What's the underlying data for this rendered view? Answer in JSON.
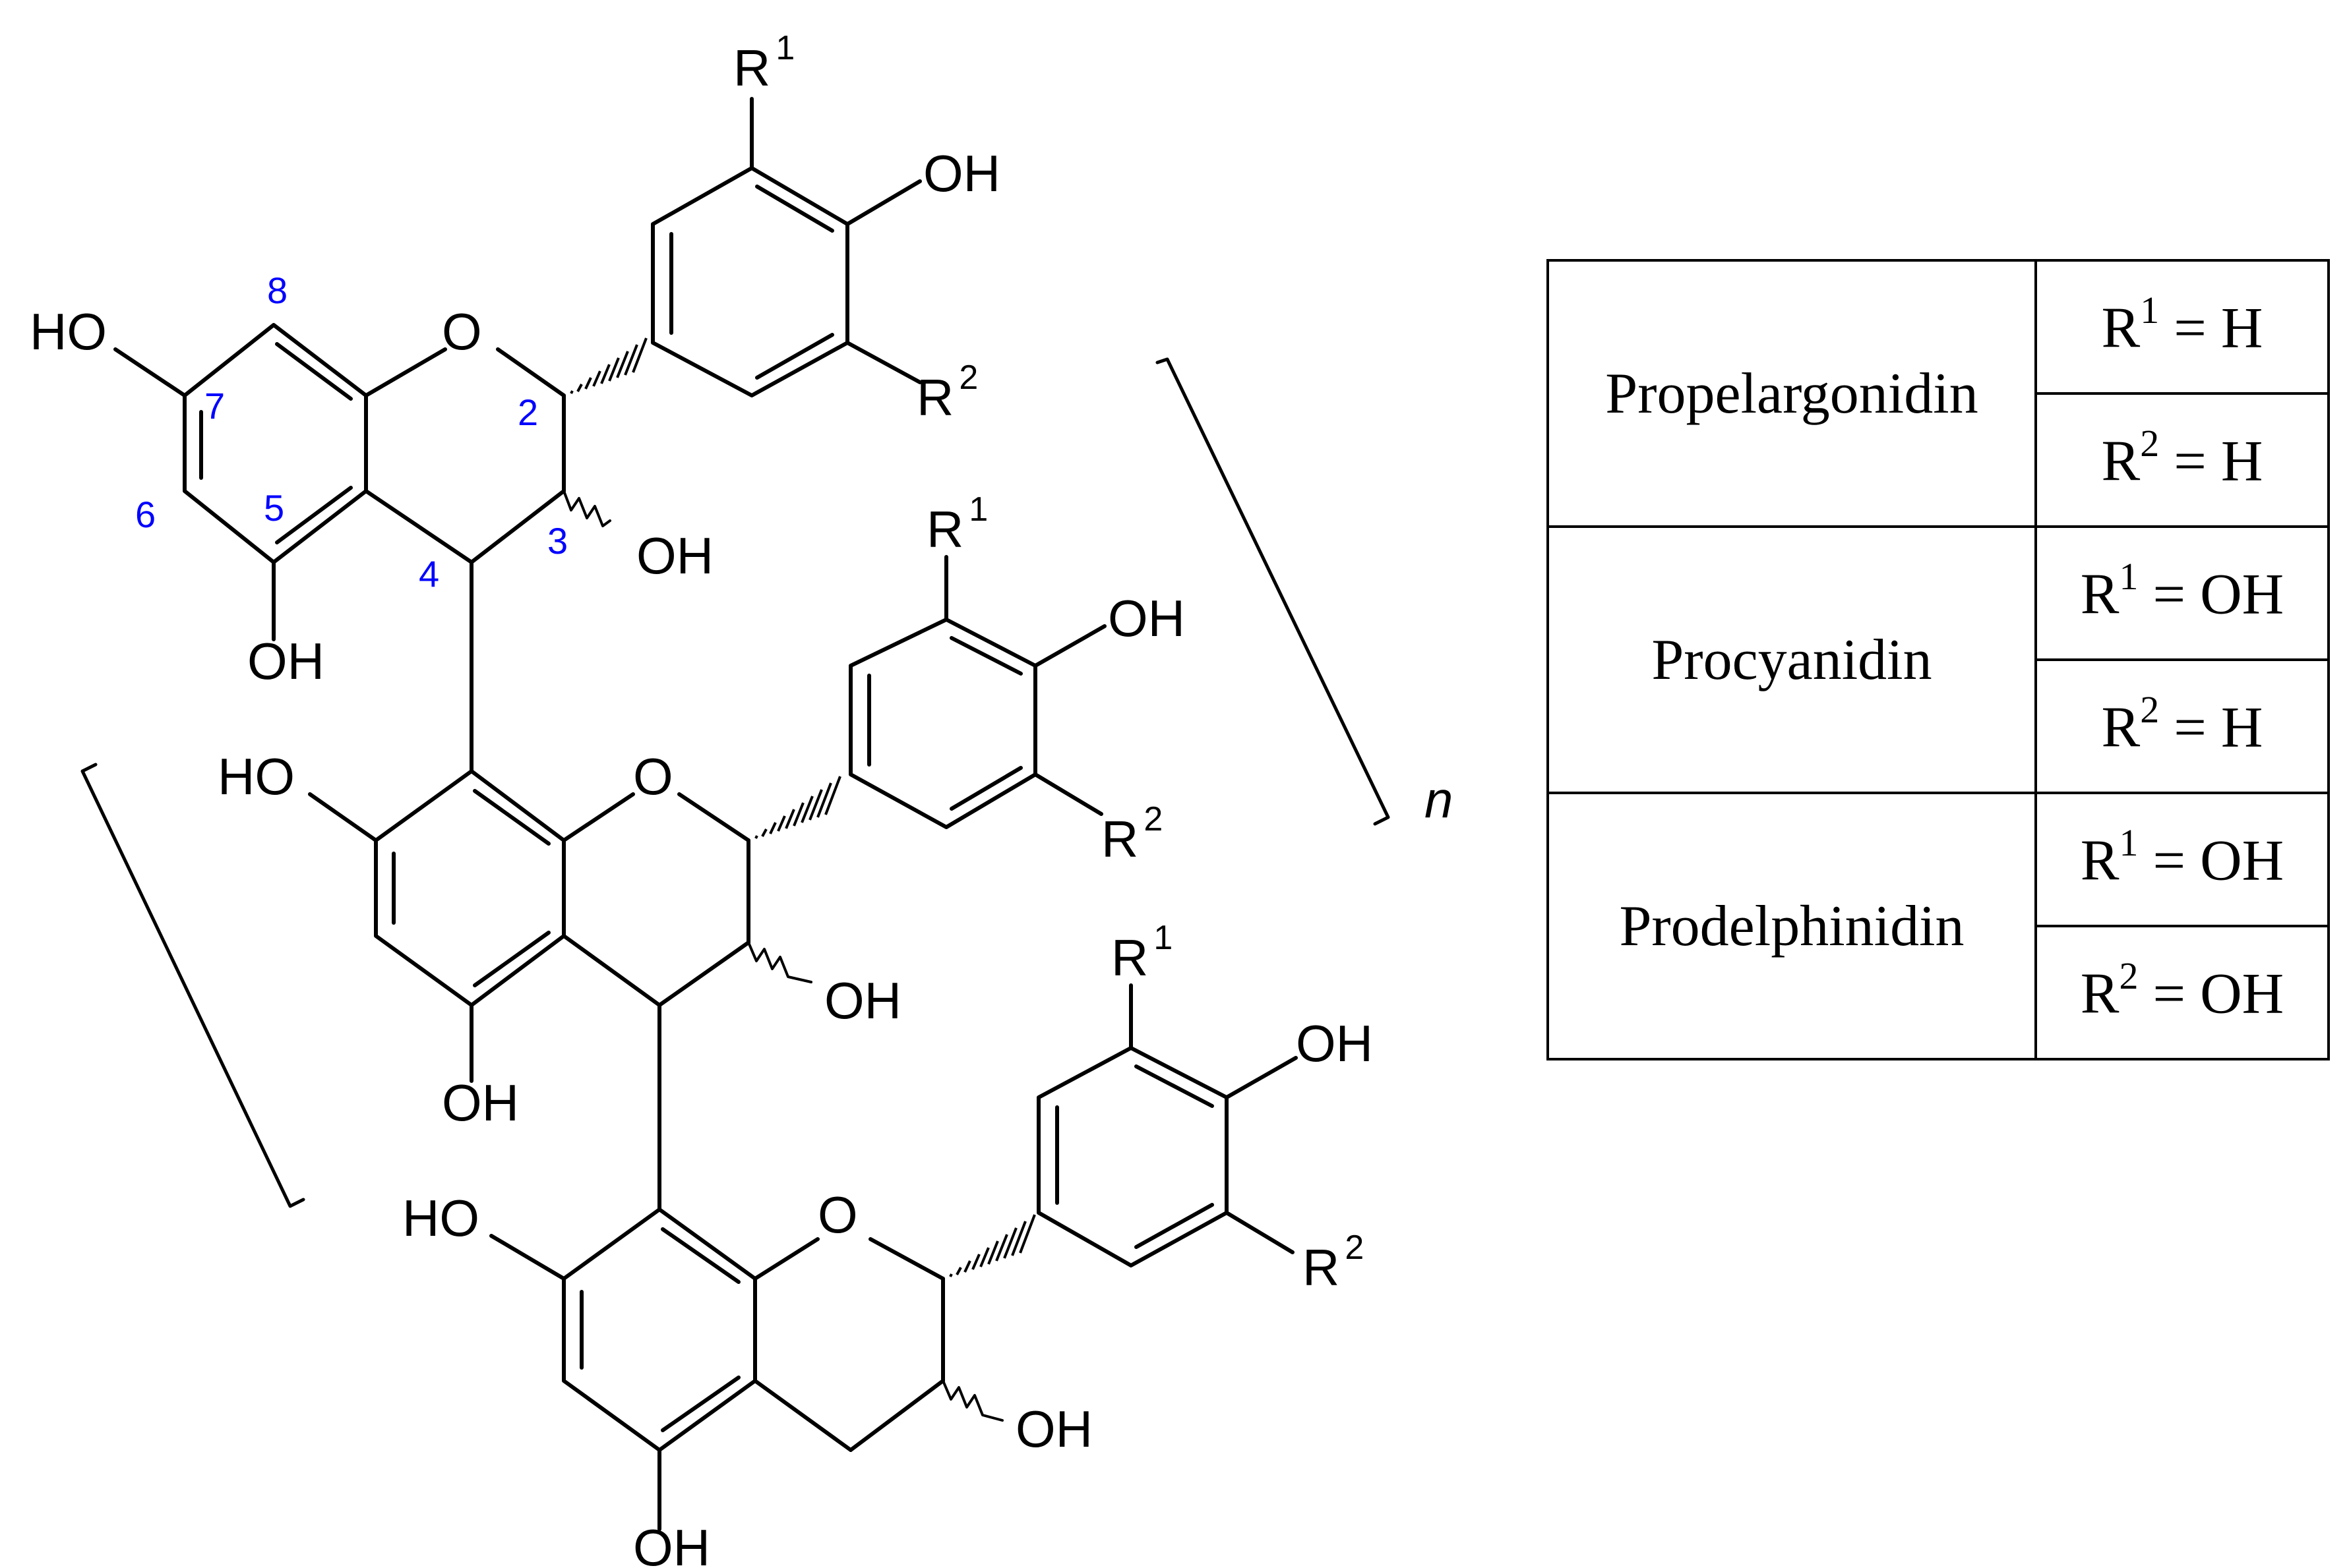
{
  "atoms": {
    "oh": "OH",
    "ho": "HO",
    "o": "O",
    "r": "R",
    "sup1": "1",
    "sup2": "2",
    "n": "n"
  },
  "numbering": {
    "c2": "2",
    "c3": "3",
    "c4": "4",
    "c5": "5",
    "c6": "6",
    "c7": "7",
    "c8": "8"
  },
  "legend": {
    "rows": [
      {
        "name": "Propelargonidin",
        "r1": {
          "r": "R",
          "sup": "1",
          "value": " = H"
        },
        "r2": {
          "r": "R",
          "sup": "2",
          "value": " = H"
        }
      },
      {
        "name": "Procyanidin",
        "r1": {
          "r": "R",
          "sup": "1",
          "value": " = OH"
        },
        "r2": {
          "r": "R",
          "sup": "2",
          "value": " = H"
        }
      },
      {
        "name": "Prodelphinidin",
        "r1": {
          "r": "R",
          "sup": "1",
          "value": " = OH"
        },
        "r2": {
          "r": "R",
          "sup": "2",
          "value": " = OH"
        }
      }
    ]
  },
  "colors": {
    "bond": "#000000",
    "numbering": "#0000ff"
  }
}
